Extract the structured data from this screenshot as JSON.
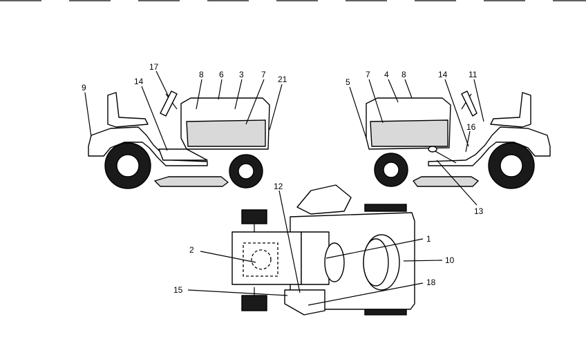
{
  "header_fragments": [
    "...",
    "...",
    "...",
    "...",
    "...",
    "..."
  ],
  "callouts": {
    "c1": "1",
    "c2": "2",
    "c3": "3",
    "c4": "4",
    "c5": "5",
    "c6": "6",
    "c7a": "7",
    "c7b": "7",
    "c8a": "8",
    "c8b": "8",
    "c9": "9",
    "c10": "10",
    "c11": "11",
    "c12": "12",
    "c13": "13",
    "c14a": "14",
    "c14b": "14",
    "c15": "15",
    "c16": "16",
    "c17": "17",
    "c18": "18",
    "c21": "21"
  },
  "colors": {
    "line": "#000000",
    "panel": "#d9d9d9",
    "background": "#ffffff"
  }
}
